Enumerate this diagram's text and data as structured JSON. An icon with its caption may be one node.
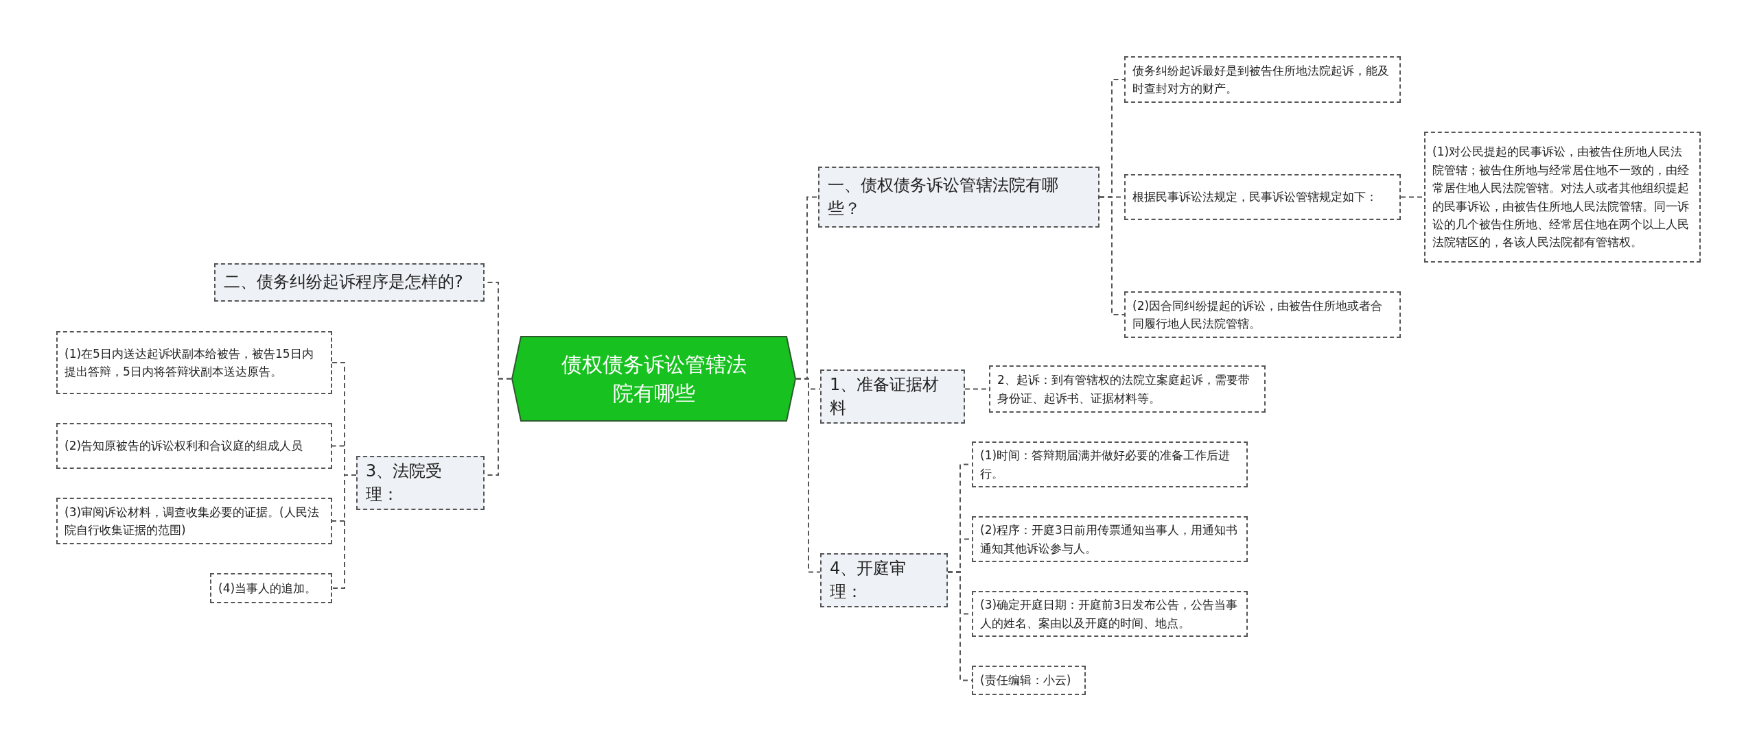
{
  "diagram": {
    "nodes": [
      {
        "text": [
          "债权债务诉讼管辖法院有哪些"
        ]
      },
      {
        "text": [
          "一、债权债务诉讼管辖法院有哪些？"
        ]
      },
      {
        "text": [
          "债务纠纷起诉最好是到被告住所地法院起诉，能及时查封对方的财产。"
        ]
      },
      {
        "text": [
          "根据民事诉讼法规定，民事诉讼管辖规定如下："
        ]
      },
      {
        "text": [
          "(1)对公民提起的民事诉讼，由被告住所地人民法院管辖；被告住所地与经常居住地不一致的，由经常居住地人民法院管辖。对法人或者其他组织提起的民事诉讼，由被告住所地人民法院管辖。同一诉讼的几个被告住所地、经常居住地在两个以上人民法院辖区的，各该人民法院都有管辖权。"
        ]
      },
      {
        "text": [
          "(2)因合同纠纷提起的诉讼，由被告住所地或者合同履行地人民法院管辖。"
        ]
      },
      {
        "text": [
          "1、准备证据材料"
        ]
      },
      {
        "text": [
          "2、起诉：到有管辖权的法院立案庭起诉，需要带身份证、起诉书、证据材料等。"
        ]
      },
      {
        "text": [
          "4、开庭审理："
        ]
      },
      {
        "text": [
          "(1)时间：答辩期届满并做好必要的准备工作后进行。"
        ]
      },
      {
        "text": [
          "(2)程序：开庭3日前用传票通知当事人，用通知书通知其他诉讼参与人。"
        ]
      },
      {
        "text": [
          "(3)确定开庭日期：开庭前3日发布公告，公告当事人的姓名、案由以及开庭的时间、地点。"
        ]
      },
      {
        "text": [
          "(责任编辑：小云)"
        ]
      },
      {
        "text": [
          "二、债务纠纷起诉程序是怎样的?"
        ]
      },
      {
        "text": [
          "3、法院受理："
        ]
      },
      {
        "text": [
          "(1)在5日内送达起诉状副本给被告，被告15日内提出答辩，5日内将答辩状副本送达原告。"
        ]
      },
      {
        "text": [
          "(2)告知原被告的诉讼权利和合议庭的组成人员"
        ]
      },
      {
        "text": [
          "(3)审阅诉讼材料，调查收集必要的证据。(人民法院自行收集证据的范围)"
        ]
      },
      {
        "text": [
          "(4)当事人的追加。"
        ]
      }
    ],
    "edges": [
      {
        "from": 0,
        "to": 1,
        "arrow": "none"
      },
      {
        "from": 1,
        "to": 2,
        "arrow": "none"
      },
      {
        "from": 1,
        "to": 3,
        "arrow": "none"
      },
      {
        "from": 3,
        "to": 4,
        "arrow": "none"
      },
      {
        "from": 1,
        "to": 5,
        "arrow": "none"
      },
      {
        "from": 0,
        "to": 6,
        "arrow": "none"
      },
      {
        "from": 6,
        "to": 7,
        "arrow": "none"
      },
      {
        "from": 0,
        "to": 8,
        "arrow": "none"
      },
      {
        "from": 8,
        "to": 9,
        "arrow": "none"
      },
      {
        "from": 8,
        "to": 10,
        "arrow": "none"
      },
      {
        "from": 8,
        "to": 11,
        "arrow": "none"
      },
      {
        "from": 8,
        "to": 12,
        "arrow": "none"
      },
      {
        "from": 0,
        "to": 13,
        "arrow": "none"
      },
      {
        "from": 0,
        "to": 14,
        "arrow": "none"
      },
      {
        "from": 14,
        "to": 15,
        "arrow": "none"
      },
      {
        "from": 14,
        "to": 16,
        "arrow": "none"
      },
      {
        "from": 14,
        "to": 17,
        "arrow": "none"
      },
      {
        "from": 14,
        "to": 18,
        "arrow": "none"
      }
    ]
  }
}
